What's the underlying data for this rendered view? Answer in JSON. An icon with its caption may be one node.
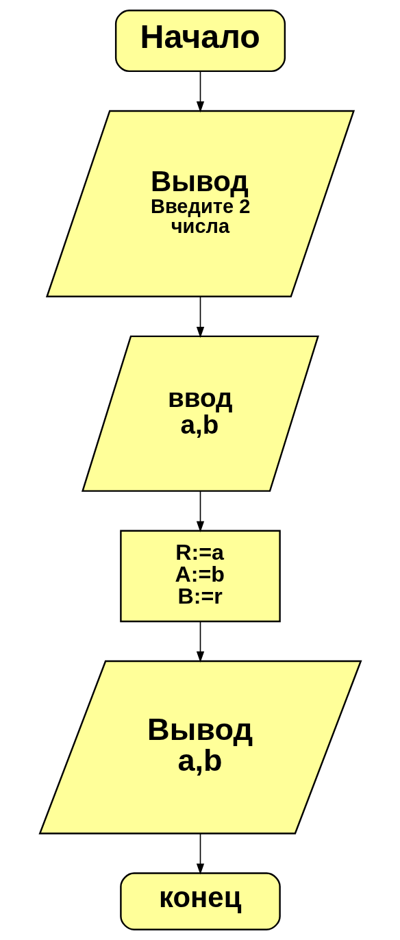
{
  "diagram": {
    "nodes": [
      {
        "text": [
          "Начало"
        ]
      },
      {
        "text": [
          "Вывод",
          "Введите 2 числа"
        ]
      },
      {
        "text": [
          "ввод a,b"
        ]
      },
      {
        "text": [
          "R:=a A:=b B:=r"
        ]
      },
      {
        "text": [
          "Вывод a,b"
        ]
      },
      {
        "text": [
          "конец"
        ]
      }
    ],
    "edges": [
      {
        "from": 0,
        "to": 1,
        "arrow": "to"
      },
      {
        "from": 1,
        "to": 2,
        "arrow": "to"
      },
      {
        "from": 2,
        "to": 3,
        "arrow": "to"
      },
      {
        "from": 3,
        "to": 4,
        "arrow": "to"
      },
      {
        "from": 4,
        "to": 5,
        "arrow": "to"
      }
    ]
  }
}
